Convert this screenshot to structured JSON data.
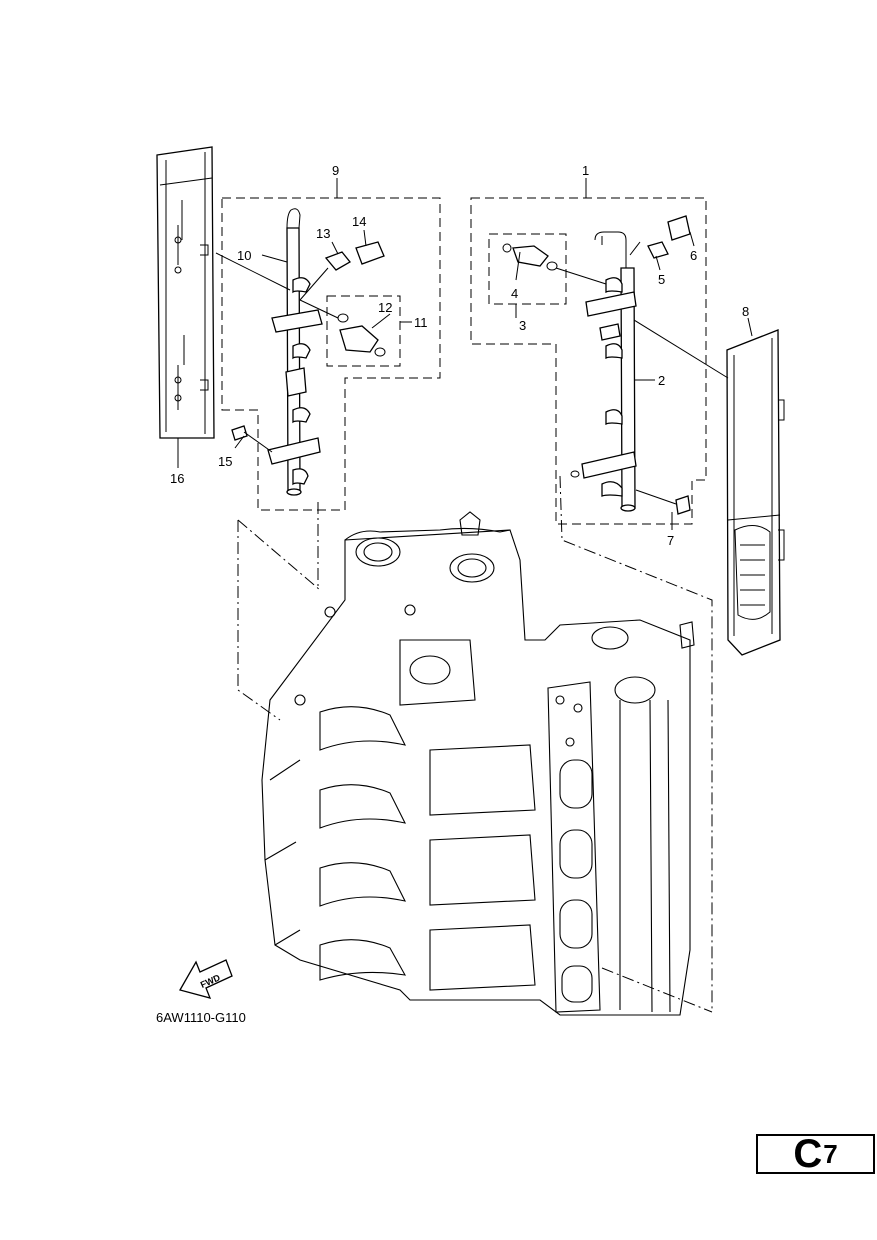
{
  "diagram": {
    "drawing_code": "6AW1110-G110",
    "fwd_arrow_label": "FWD",
    "page_ref": {
      "letter": "C",
      "number": "7"
    },
    "callouts": [
      "1",
      "2",
      "3",
      "4",
      "5",
      "6",
      "7",
      "8",
      "9",
      "10",
      "11",
      "12",
      "13",
      "14",
      "15",
      "16"
    ]
  }
}
